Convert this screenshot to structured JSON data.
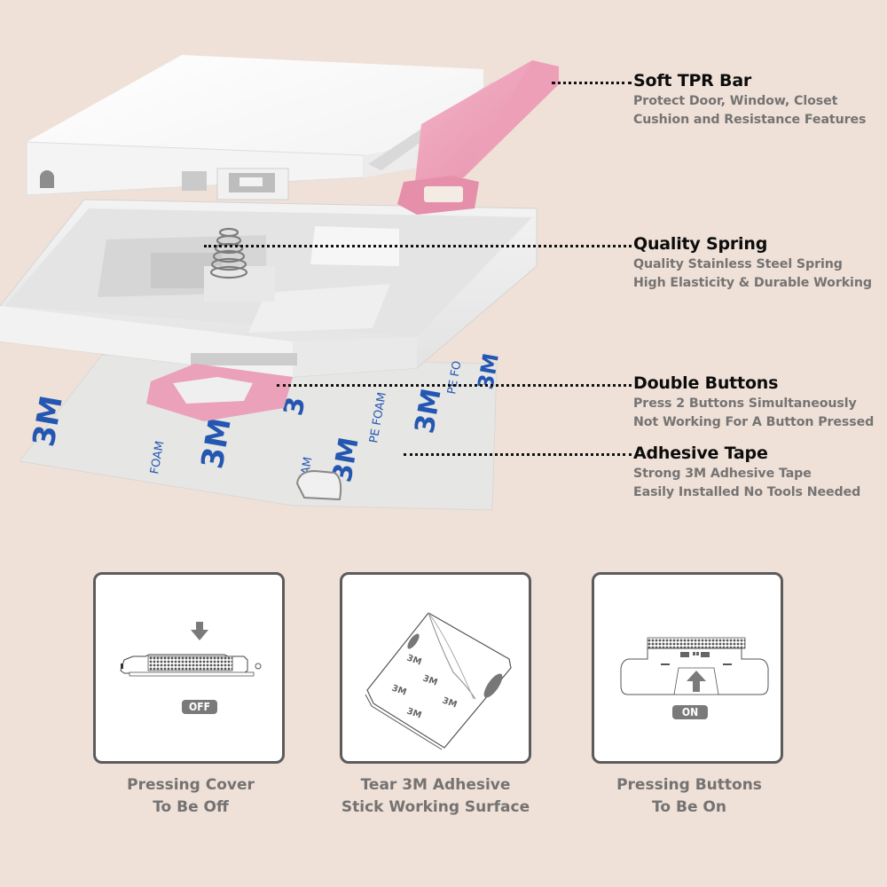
{
  "colors": {
    "background": "#efe1d7",
    "pink_accent": "#eea0b9",
    "tape_blue": "#2457b2",
    "title_text": "#0c0c0c",
    "desc_text": "#757373",
    "card_border": "#5c5c5c"
  },
  "features": [
    {
      "title": "Soft TPR Bar",
      "lines": [
        "Protect Door, Window, Closet",
        "Cushion and Resistance Features"
      ]
    },
    {
      "title": "Quality Spring",
      "lines": [
        "Quality Stainless Steel Spring",
        "High Elasticity & Durable Working"
      ]
    },
    {
      "title": "Double Buttons",
      "lines": [
        "Press 2 Buttons Simultaneously",
        "Not Working For A Button Pressed"
      ]
    },
    {
      "title": "Adhesive Tape",
      "lines": [
        "Strong 3M Adhesive Tape",
        "Easily Installed No Tools Needed"
      ]
    }
  ],
  "product_illustration": {
    "tape_labels": [
      "3M",
      "PE FOAM"
    ],
    "icons": [
      "lid-cover",
      "spring",
      "tpr-bar",
      "pink-button",
      "adhesive-tape"
    ]
  },
  "steps": [
    {
      "icon": "pressing-cover-diagram",
      "badge": "OFF",
      "caption_lines": [
        "Pressing Cover",
        "To Be Off"
      ]
    },
    {
      "icon": "adhesive-tape-diagram",
      "tape_marks": [
        "3M",
        "3M",
        "3M",
        "3M",
        "3M"
      ],
      "caption_lines": [
        "Tear 3M Adhesive",
        "Stick Working Surface"
      ]
    },
    {
      "icon": "pressing-buttons-diagram",
      "badge": "ON",
      "caption_lines": [
        "Pressing Buttons",
        "To Be On"
      ]
    }
  ]
}
